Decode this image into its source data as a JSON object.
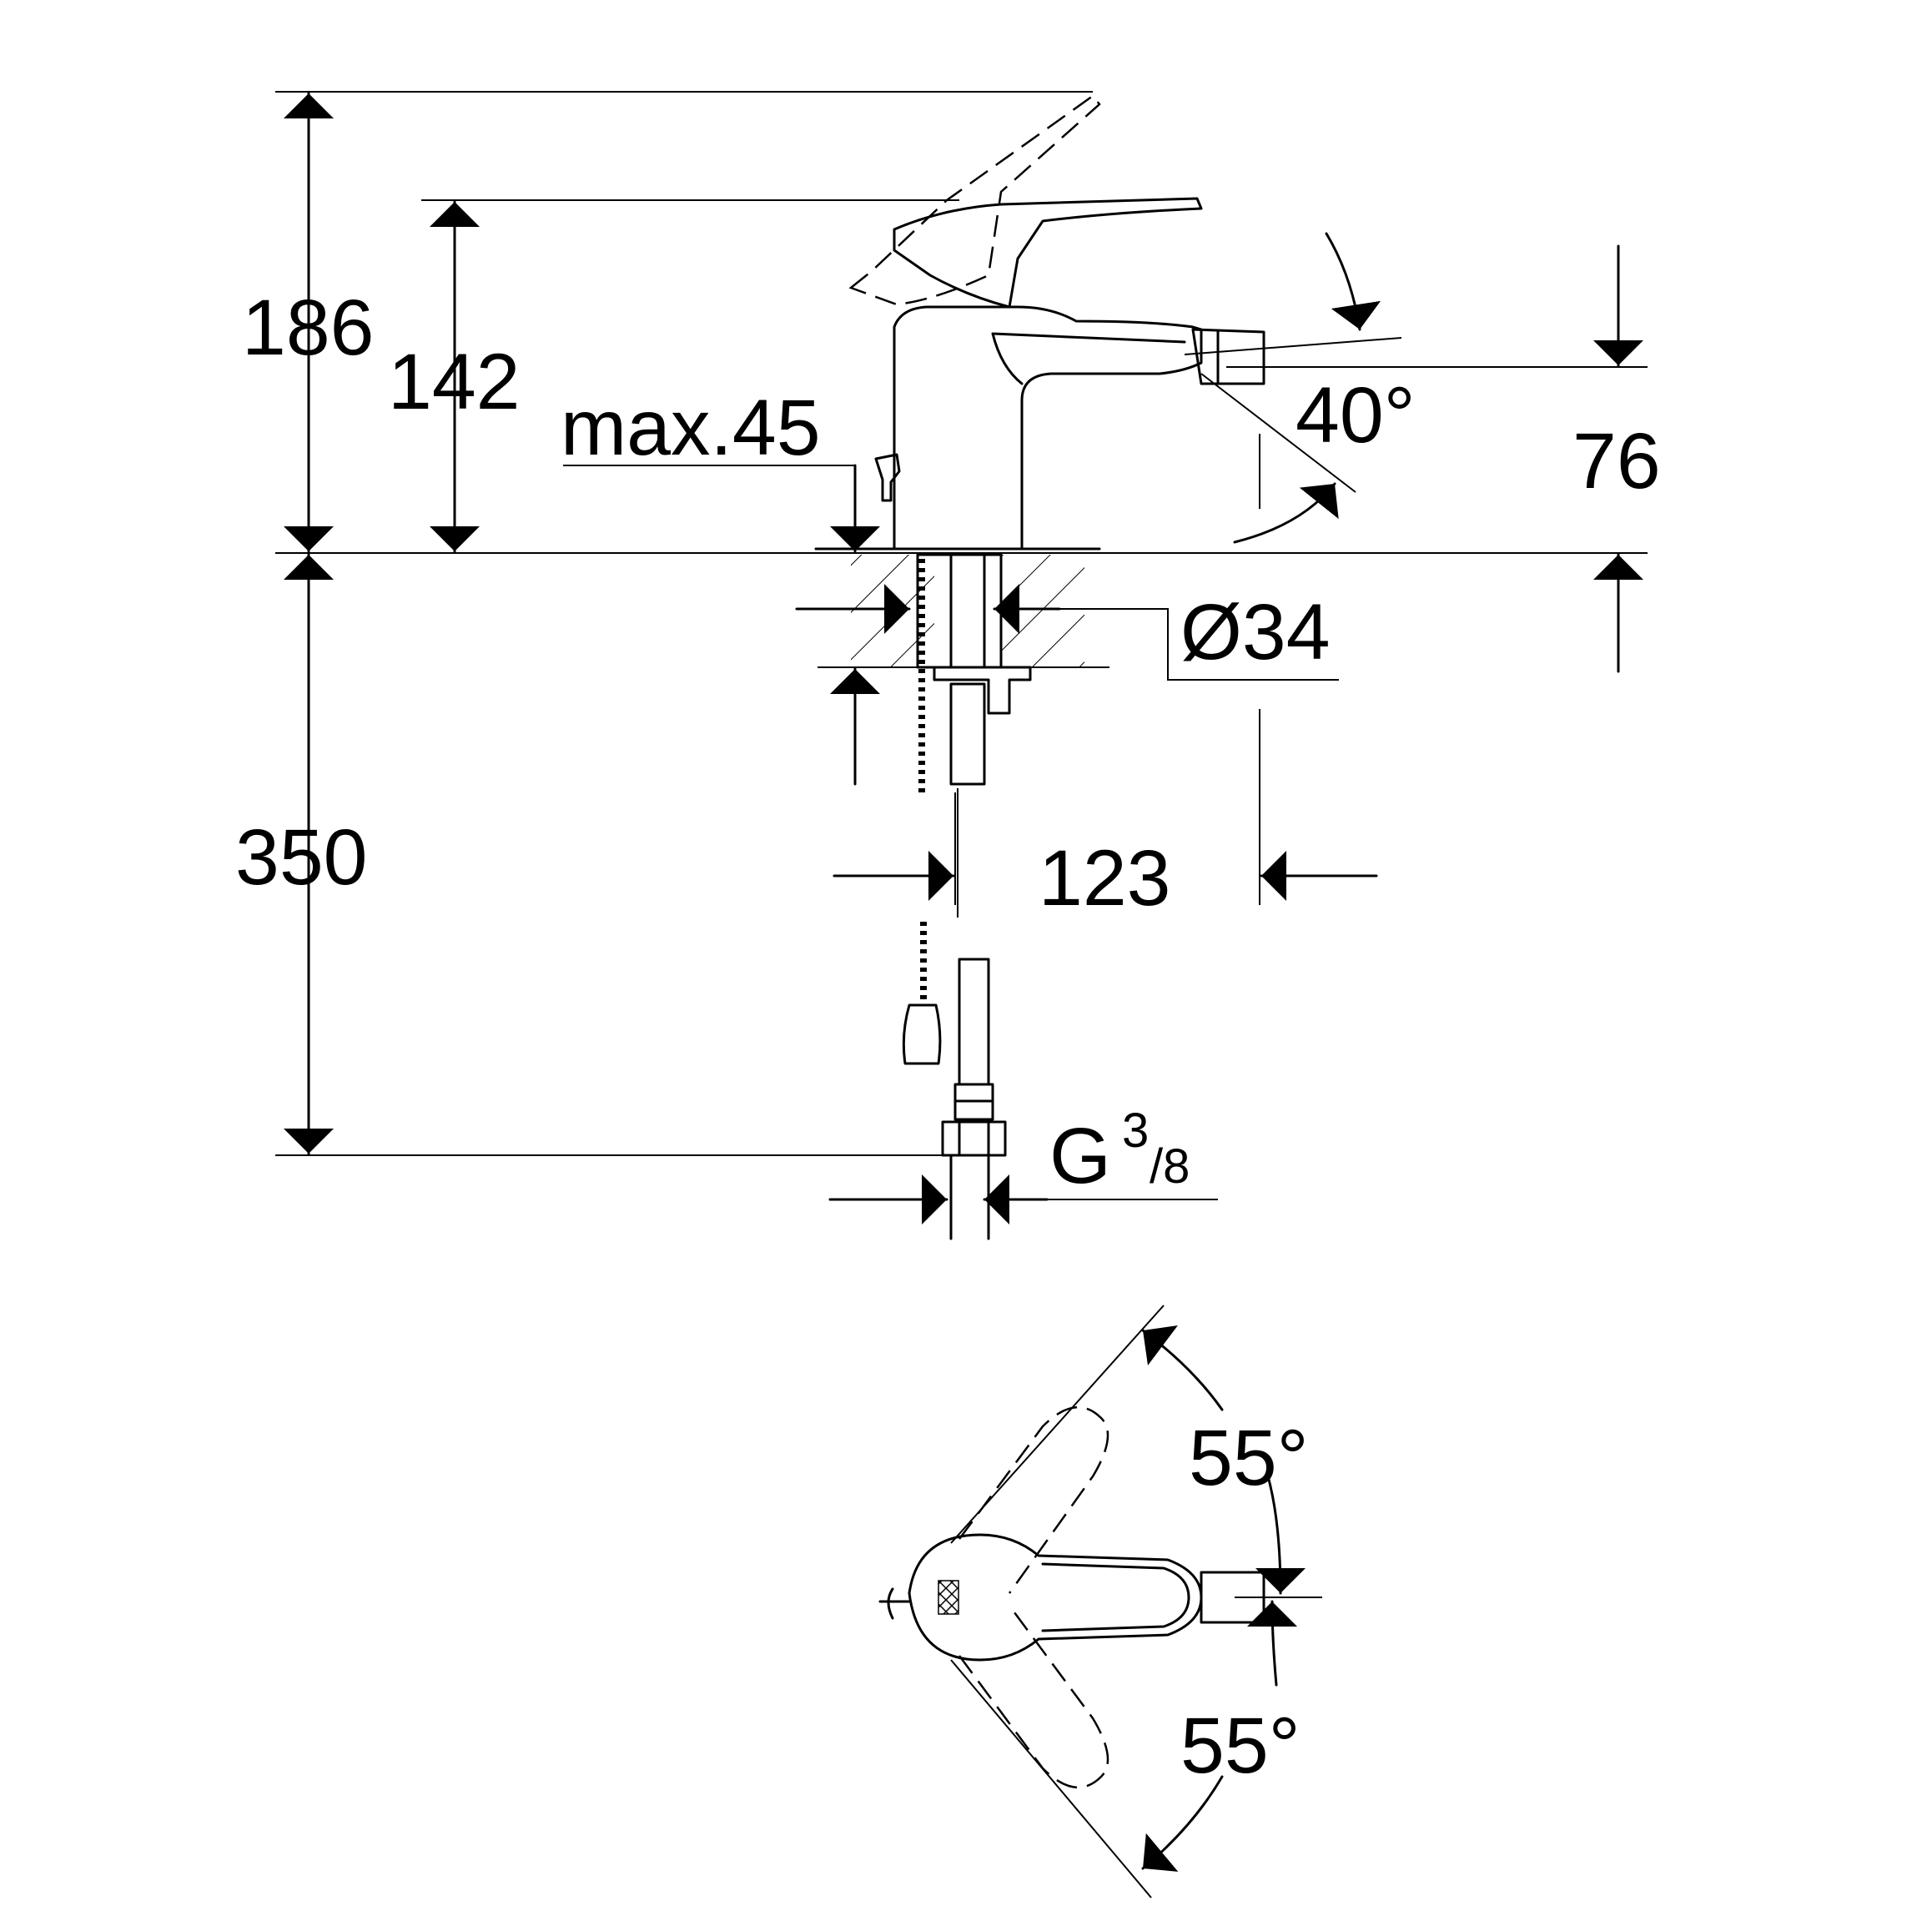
{
  "dimensions": {
    "overall_height": "186",
    "lever_height": "142",
    "deck_thickness": "max.45",
    "spout_angle": "40°",
    "spout_height": "76",
    "hole_diameter": "Ø34",
    "hose_length": "350",
    "spout_reach": "123",
    "connection_main": "G",
    "connection_numerator": "3",
    "connection_denominator": "/8",
    "lever_rotation_up": "55°",
    "lever_rotation_down": "55°"
  },
  "colors": {
    "line": "#000000",
    "background": "#ffffff"
  }
}
